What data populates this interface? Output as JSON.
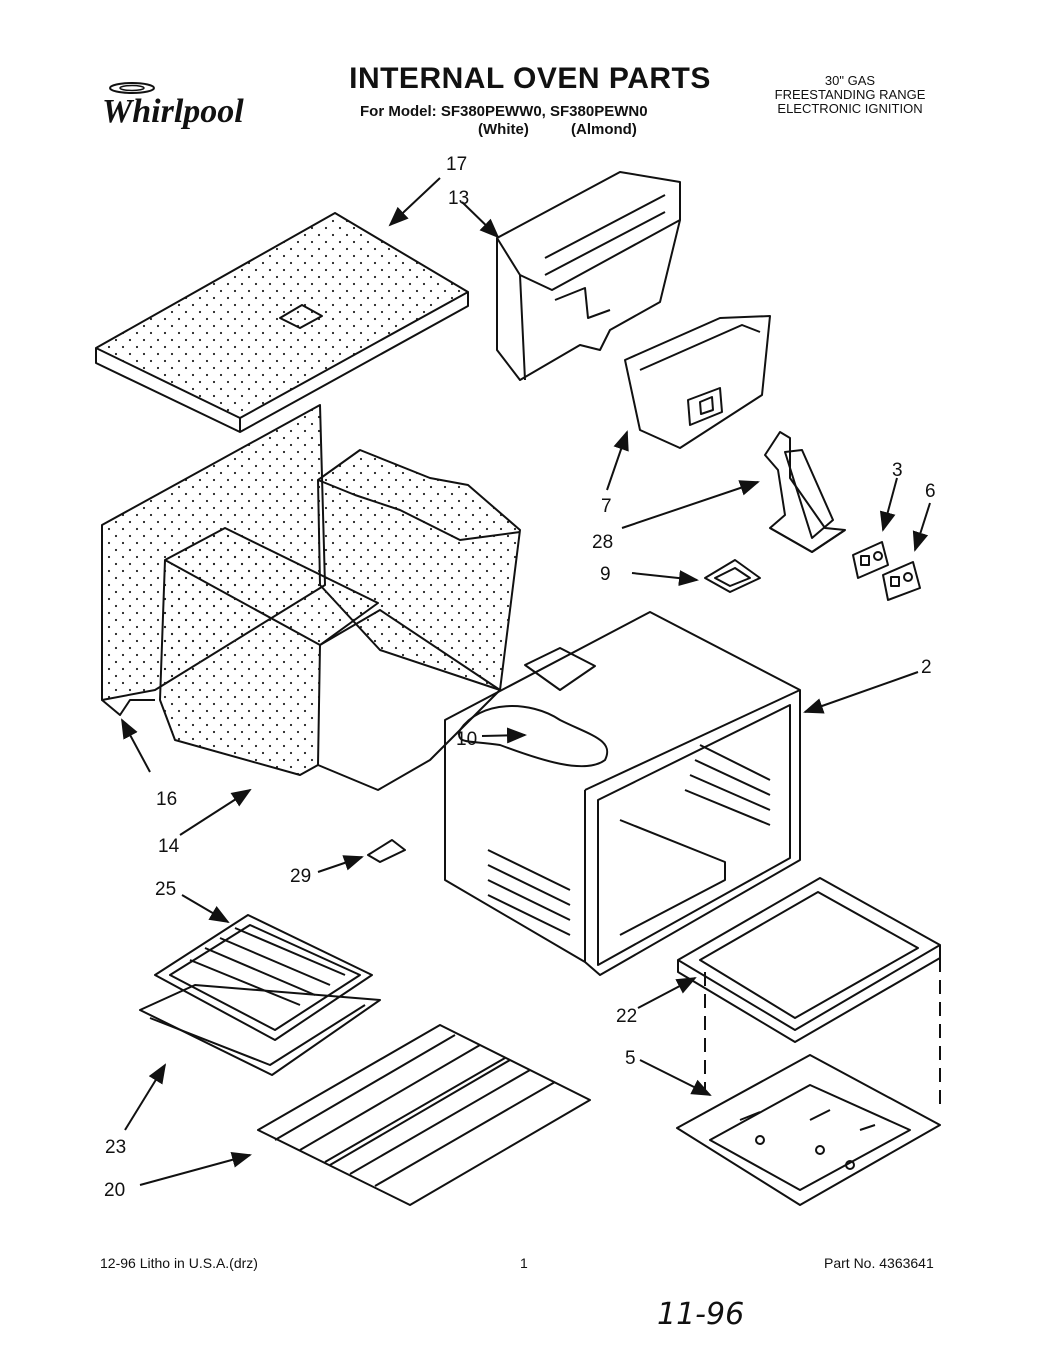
{
  "header": {
    "brand": "Whirlpool",
    "title": "INTERNAL OVEN PARTS",
    "model_line": "For Model: SF380PEWW0, SF380PEWN0",
    "variant_white": "(White)",
    "variant_almond": "(Almond)",
    "range_info": [
      "30\" GAS",
      "FREESTANDING RANGE",
      "ELECTRONIC IGNITION"
    ]
  },
  "callouts": [
    "17",
    "13",
    "7",
    "28",
    "3",
    "6",
    "9",
    "2",
    "10",
    "16",
    "14",
    "29",
    "25",
    "22",
    "5",
    "23",
    "20"
  ],
  "footer": {
    "left": "12-96 Litho in U.S.A.(drz)",
    "page": "1",
    "part_number": "Part No. 4363641",
    "handwritten_note": "11-96"
  }
}
